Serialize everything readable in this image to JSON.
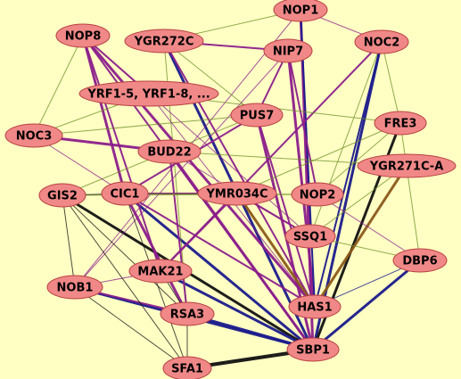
{
  "colors": {
    "background": "#ffffc4",
    "node_fill": "#f08888",
    "node_stroke": "#b84040",
    "edge_purple": "#8b1e8b",
    "edge_olive": "#6b8e23",
    "edge_black": "#111111",
    "edge_navy": "#1a1a8c",
    "edge_brown": "#8b5a1a"
  },
  "nodes": [
    {
      "id": "NOP1",
      "label": "NOP1"
    },
    {
      "id": "NOP8",
      "label": "NOP8"
    },
    {
      "id": "YGR272C",
      "label": "YGR272C"
    },
    {
      "id": "NIP7",
      "label": "NIP7"
    },
    {
      "id": "NOC2",
      "label": "NOC2"
    },
    {
      "id": "YRF1",
      "label": "YRF1-5, YRF1-8, ..."
    },
    {
      "id": "PUS7",
      "label": "PUS7"
    },
    {
      "id": "FRE3",
      "label": "FRE3"
    },
    {
      "id": "NOC3",
      "label": "NOC3"
    },
    {
      "id": "BUD22",
      "label": "BUD22"
    },
    {
      "id": "YGR271CA",
      "label": "YGR271C-A"
    },
    {
      "id": "GIS2",
      "label": "GIS2"
    },
    {
      "id": "CIC1",
      "label": "CIC1"
    },
    {
      "id": "YMR034C",
      "label": "YMR034C"
    },
    {
      "id": "NOP2",
      "label": "NOP2"
    },
    {
      "id": "SSQ1",
      "label": "SSQ1"
    },
    {
      "id": "DBP6",
      "label": "DBP6"
    },
    {
      "id": "MAK21",
      "label": "MAK21"
    },
    {
      "id": "NOB1",
      "label": "NOB1"
    },
    {
      "id": "HAS1",
      "label": "HAS1"
    },
    {
      "id": "RSA3",
      "label": "RSA3"
    },
    {
      "id": "SBP1",
      "label": "SBP1"
    },
    {
      "id": "SFA1",
      "label": "SFA1"
    }
  ],
  "edges": [
    {
      "source": "SBP1",
      "target": "NOB1",
      "kind": "navy",
      "weight": 3
    },
    {
      "source": "SBP1",
      "target": "CIC1",
      "kind": "navy",
      "weight": 3
    },
    {
      "source": "SBP1",
      "target": "GIS2",
      "kind": "black",
      "weight": 3
    },
    {
      "source": "SBP1",
      "target": "SFA1",
      "kind": "black",
      "weight": 4
    },
    {
      "source": "SBP1",
      "target": "RSA3",
      "kind": "navy",
      "weight": 3
    },
    {
      "source": "SBP1",
      "target": "MAK21",
      "kind": "navy",
      "weight": 3
    },
    {
      "source": "SBP1",
      "target": "YGR272C",
      "kind": "navy",
      "weight": 3
    },
    {
      "source": "SBP1",
      "target": "NOC2",
      "kind": "navy",
      "weight": 3
    },
    {
      "source": "SBP1",
      "target": "FRE3",
      "kind": "black",
      "weight": 3
    },
    {
      "source": "SBP1",
      "target": "DBP6",
      "kind": "navy",
      "weight": 3
    },
    {
      "source": "SBP1",
      "target": "NOP1",
      "kind": "purple",
      "weight": 3
    },
    {
      "source": "SBP1",
      "target": "BUD22",
      "kind": "purple",
      "weight": 3
    },
    {
      "source": "SBP1",
      "target": "NOP8",
      "kind": "purple",
      "weight": 2
    },
    {
      "source": "SBP1",
      "target": "PUS7",
      "kind": "purple",
      "weight": 3
    },
    {
      "source": "HAS1",
      "target": "YGR271CA",
      "kind": "brown",
      "weight": 3
    },
    {
      "source": "HAS1",
      "target": "NOP8",
      "kind": "purple",
      "weight": 3
    },
    {
      "source": "HAS1",
      "target": "NIP7",
      "kind": "purple",
      "weight": 3
    },
    {
      "source": "HAS1",
      "target": "YGR272C",
      "kind": "purple",
      "weight": 2
    },
    {
      "source": "HAS1",
      "target": "PUS7",
      "kind": "purple",
      "weight": 2
    },
    {
      "source": "HAS1",
      "target": "NOC2",
      "kind": "navy",
      "weight": 2
    },
    {
      "source": "HAS1",
      "target": "CIC1",
      "kind": "purple",
      "weight": 2
    },
    {
      "source": "NOP8",
      "target": "CIC1",
      "kind": "purple",
      "weight": 3
    },
    {
      "source": "NOP8",
      "target": "MAK21",
      "kind": "purple",
      "weight": 2
    },
    {
      "source": "NOP8",
      "target": "YRF1",
      "kind": "purple",
      "weight": 2
    },
    {
      "source": "NOC3",
      "target": "BUD22",
      "kind": "purple",
      "weight": 3
    },
    {
      "source": "NOC3",
      "target": "YRF1",
      "kind": "olive",
      "weight": 1
    },
    {
      "source": "YGR272C",
      "target": "NIP7",
      "kind": "purple",
      "weight": 2
    },
    {
      "source": "YGR272C",
      "target": "RSA3",
      "kind": "olive",
      "weight": 1
    },
    {
      "source": "NOP1",
      "target": "NOB1",
      "kind": "purple",
      "weight": 1
    },
    {
      "source": "NOP1",
      "target": "SSQ1",
      "kind": "purple",
      "weight": 2
    },
    {
      "source": "NOP1",
      "target": "HAS1",
      "kind": "navy",
      "weight": 2
    },
    {
      "source": "NIP7",
      "target": "NOB1",
      "kind": "purple",
      "weight": 1
    },
    {
      "source": "NIP7",
      "target": "NOP2",
      "kind": "purple",
      "weight": 2
    },
    {
      "source": "NOC2",
      "target": "SSQ1",
      "kind": "olive",
      "weight": 1
    },
    {
      "source": "NOC2",
      "target": "MAK21",
      "kind": "purple",
      "weight": 2
    },
    {
      "source": "PUS7",
      "target": "CIC1",
      "kind": "purple",
      "weight": 2
    },
    {
      "source": "PUS7",
      "target": "GIS2",
      "kind": "olive",
      "weight": 1
    },
    {
      "source": "PUS7",
      "target": "NOC3",
      "kind": "olive",
      "weight": 1
    },
    {
      "source": "YRF1",
      "target": "FRE3",
      "kind": "olive",
      "weight": 1
    },
    {
      "source": "YRF1",
      "target": "SSQ1",
      "kind": "purple",
      "weight": 1
    },
    {
      "source": "BUD22",
      "target": "SSQ1",
      "kind": "purple",
      "weight": 1
    },
    {
      "source": "BUD22",
      "target": "YGR271CA",
      "kind": "olive",
      "weight": 1
    },
    {
      "source": "BUD22",
      "target": "RSA3",
      "kind": "purple",
      "weight": 2
    },
    {
      "source": "GIS2",
      "target": "NOP2",
      "kind": "olive",
      "weight": 1
    },
    {
      "source": "GIS2",
      "target": "RSA3",
      "kind": "black",
      "weight": 1
    },
    {
      "source": "GIS2",
      "target": "NOB1",
      "kind": "black",
      "weight": 1
    },
    {
      "source": "CIC1",
      "target": "YMR034C",
      "kind": "purple",
      "weight": 2
    },
    {
      "source": "CIC1",
      "target": "RSA3",
      "kind": "purple",
      "weight": 3
    },
    {
      "source": "CIC1",
      "target": "NOP2",
      "kind": "olive",
      "weight": 1
    },
    {
      "source": "YMR034C",
      "target": "SSQ1",
      "kind": "purple",
      "weight": 2
    },
    {
      "source": "YMR034C",
      "target": "HAS1",
      "kind": "brown",
      "weight": 3
    },
    {
      "source": "YMR034C",
      "target": "FRE3",
      "kind": "olive",
      "weight": 1
    },
    {
      "source": "NOP2",
      "target": "FRE3",
      "kind": "olive",
      "weight": 1
    },
    {
      "source": "NOP2",
      "target": "DBP6",
      "kind": "purple",
      "weight": 1
    },
    {
      "source": "SSQ1",
      "target": "DBP6",
      "kind": "olive",
      "weight": 1
    },
    {
      "source": "MAK21",
      "target": "RSA3",
      "kind": "black",
      "weight": 1
    },
    {
      "source": "MAK21",
      "target": "NOB1",
      "kind": "purple",
      "weight": 1
    },
    {
      "source": "MAK21",
      "target": "YMR034C",
      "kind": "purple",
      "weight": 2
    },
    {
      "source": "NOB1",
      "target": "RSA3",
      "kind": "purple",
      "weight": 2
    },
    {
      "source": "RSA3",
      "target": "SFA1",
      "kind": "black",
      "weight": 1
    },
    {
      "source": "SFA1",
      "target": "GIS2",
      "kind": "black",
      "weight": 1
    },
    {
      "source": "SFA1",
      "target": "CIC1",
      "kind": "black",
      "weight": 1
    },
    {
      "source": "FRE3",
      "target": "DBP6",
      "kind": "olive",
      "weight": 1
    },
    {
      "source": "NOC2",
      "target": "FRE3",
      "kind": "olive",
      "weight": 1
    },
    {
      "source": "NOP1",
      "target": "NOC2",
      "kind": "purple",
      "weight": 1
    },
    {
      "source": "NOP8",
      "target": "NOC3",
      "kind": "olive",
      "weight": 1
    },
    {
      "source": "YGR272C",
      "target": "PUS7",
      "kind": "olive",
      "weight": 1
    },
    {
      "source": "NIP7",
      "target": "PUS7",
      "kind": "purple",
      "weight": 2
    },
    {
      "source": "DBP6",
      "target": "HAS1",
      "kind": "navy",
      "weight": 1
    },
    {
      "source": "YGR271CA",
      "target": "SSQ1",
      "kind": "olive",
      "weight": 1
    },
    {
      "source": "NOP1",
      "target": "YGR272C",
      "kind": "olive",
      "weight": 1
    },
    {
      "source": "NOB1",
      "target": "SFA1",
      "kind": "black",
      "weight": 1
    },
    {
      "source": "GIS2",
      "target": "CIC1",
      "kind": "black",
      "weight": 1
    },
    {
      "source": "NOC3",
      "target": "CIC1",
      "kind": "purple",
      "weight": 1
    },
    {
      "source": "YRF1",
      "target": "HAS1",
      "kind": "purple",
      "weight": 1
    }
  ]
}
